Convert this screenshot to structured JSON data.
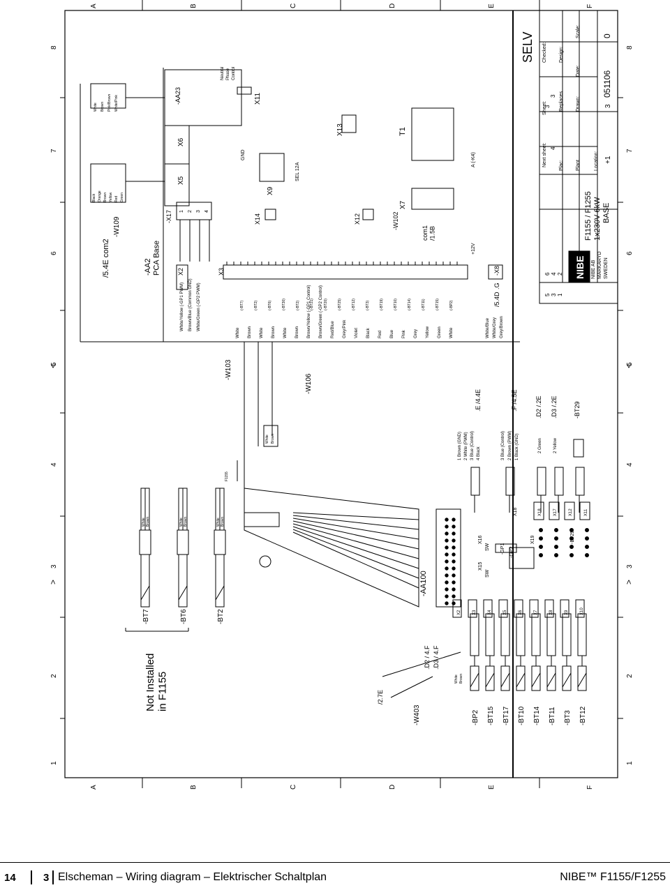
{
  "footer": {
    "page_number": "14",
    "chapter_number": "3",
    "chapter_title": "Elscheman – Wiring diagram – Elektrischer Schaltplan",
    "brand": "NIBE™ F1155/F1255"
  },
  "frame": {
    "col_labels": [
      "A",
      "B",
      "C",
      "D",
      "E",
      "F"
    ],
    "row_labels": [
      "1",
      "2",
      "3",
      "4",
      "5",
      "6",
      "7",
      "8"
    ]
  },
  "title_block": {
    "company_lines": [
      "NIBE AB",
      "MARKARYD",
      "SWEDEN"
    ],
    "logo_text": "NIBE",
    "product": "F1155 / F1255",
    "variant": "1x230V 6kW",
    "base": "BASE",
    "sheet_label": "Sheet:",
    "sheet_value": "3",
    "next_sheet_label": "Next sheet:",
    "next_sheet_value": "4",
    "checked_label": "Checked:",
    "design_label": "Design:",
    "replaces_label": "Replaces",
    "drawn_label": "Drawn:",
    "date_label": "Date:",
    "scale_label": "Scale:",
    "plac_label": "Plac:",
    "plant_label": "Plant",
    "location_label": "Location:",
    "location_value": "+1",
    "doc_number": "051106",
    "revision": "0",
    "rev_rows": [
      "5",
      "3",
      "1"
    ],
    "rev_col2": [
      "6",
      "4",
      "2"
    ],
    "rev_col3_num": "3"
  },
  "labels": {
    "selv": "SELV",
    "not_installed": "Not Installed\nin F1155",
    "pcb_base": "-AA2\nPCA Base",
    "aa23": "-AA23",
    "aa100": "-AA100",
    "x6": "X6",
    "x5": "X5",
    "x11": "X11",
    "x13": "X13",
    "x14": "X14",
    "x9": "X9",
    "x12": "X12",
    "x7": "X7",
    "t1": "T1",
    "x2": "X2",
    "x3": "X3",
    "x17": "-X17",
    "x8": "-X8",
    "w109": "-W109",
    "w103": "-W103",
    "w106": "-W106",
    "w102": "-W102",
    "w403": "-W403",
    "com2": "/5.4E  com2",
    "com1": "com1\n/1.5B",
    "ref_54d": "/5.4D",
    "ref_g": ".G",
    "ref_27e": "/2.7E",
    "gnd": "GND",
    "sel_12a": "SEL  12A",
    "plus12v": "+12V",
    "a_k43": "A (-K4)",
    "d2_4f": ".D2 / 4.F",
    "d3_4f": ".D3 / 4.F",
    "e_44e": ".E  /4.4E",
    "f_45e": ".F  /4.5E",
    "d2_2e": ".D2 /.2E",
    "d3_2e": ".D3 /.2E",
    "bt29": "-BT29",
    "sensors_left": [
      "-BT7",
      "-BT6",
      "-BT2"
    ],
    "sensors_bottom": [
      "-BP2",
      "-BT15",
      "-BT17",
      "-BT10",
      "-BT14",
      "-BT11",
      "-BT3",
      "-BT12"
    ],
    "x2_pins": [
      "White/Yellow (-GP1 PWM)",
      "Brown/Blue (Common GND)",
      "White/Green (-GP2 PWM)"
    ],
    "x3_wires": [
      "White",
      "Brown",
      "White",
      "Brown",
      "White",
      "Brown",
      "Brown/Yellow (-GP1 Control)",
      "Brown/Green (-GP2 Control)",
      "Red/Blue",
      "Grey/Pink",
      "Violet",
      "Black",
      "Red",
      "Blue",
      "Pink",
      "Grey",
      "Yellow",
      "Green",
      "White"
    ],
    "x3_sensors": [
      "(-BT7)",
      "(-BT2)",
      "(-BT6)",
      "(-BT30)",
      "(-BT2)",
      "(-BT21)",
      "(-BT20)",
      "(-BT25)",
      "(-BT12)",
      "(-BT3)",
      "(-BT19)",
      "(-BT10)",
      "(-BT14)",
      "(-BT11)",
      "(-BT15)",
      "(-BP2)"
    ],
    "x8_wires": [
      "White/Blue",
      "White/Grey",
      "Grey/Brown"
    ],
    "w109_wires": [
      "White",
      "Brown",
      "Pink/Brown",
      "White/Pink"
    ],
    "w109b_wires": [
      "Black",
      "Orange",
      "Brown",
      "Yellow",
      "Red",
      "Green"
    ],
    "gp_wires": [
      "1 Brown (GND)",
      "2 White (PWM)",
      "3 Blue (Control)",
      "4 Black"
    ],
    "gp2_wires": [
      "3 Blue (Control)",
      "2 Brown (PWM)",
      "1 Black (GND)"
    ],
    "d_wires": [
      "2 Green",
      "2 Yellow"
    ],
    "aa23_pins": [
      "Neutral",
      "Phase",
      "Control"
    ],
    "x16": "X16",
    "x15": "X15",
    "sw": "SW",
    "gp1": "-GP1",
    "gp2": "-GP2",
    "x19": "X19",
    "x18": "X18",
    "x17b": "X17",
    "x10": "X10",
    "bottom_x": [
      "X2",
      "X3",
      "X4",
      "X5",
      "X6",
      "X7",
      "X8",
      "X9",
      "X10"
    ],
    "right_x": [
      "X18",
      "X17",
      "X12",
      "X11"
    ],
    "f1155_note": "F1155",
    "w403_pins": [
      "White",
      "Brown"
    ]
  },
  "colors": {
    "ink": "#000000",
    "paper": "#ffffff"
  }
}
